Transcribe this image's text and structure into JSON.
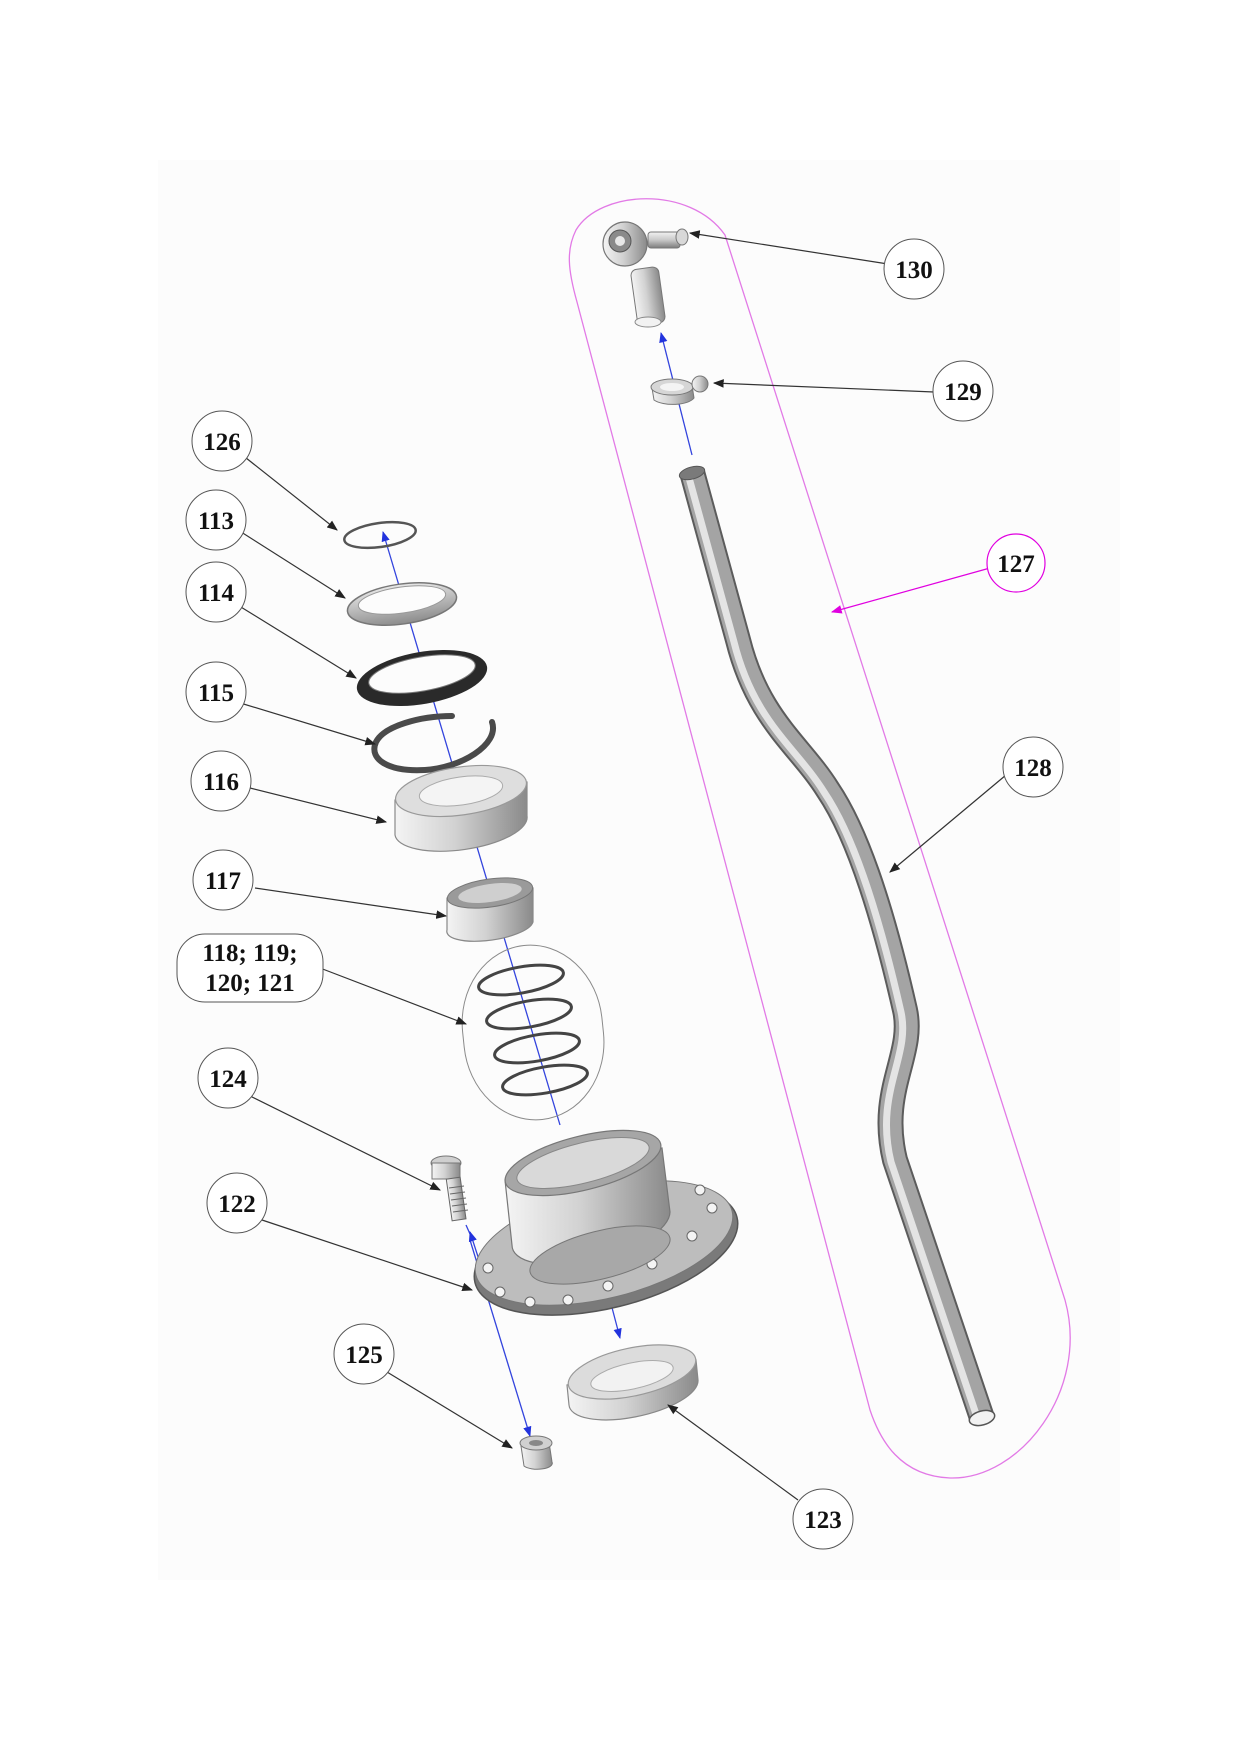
{
  "diagram": {
    "type": "exploded-parts-view",
    "colors": {
      "background_panel": "#fcfcfc",
      "leader": "#333333",
      "assembly_outline": "#e27ae6",
      "assembly_arrow": "#e000e0",
      "axis_line": "#3344dd",
      "metal_light": "#e6e6e6",
      "metal_mid": "#b4b4b4",
      "metal_dark": "#6e6e6e",
      "rubber": "#2a2a2a"
    },
    "callouts": {
      "c126": "126",
      "c113": "113",
      "c114": "114",
      "c115": "115",
      "c116": "116",
      "c117": "117",
      "c118_line1": "118; 119;",
      "c118_line2": "120; 121",
      "c124": "124",
      "c122": "122",
      "c125": "125",
      "c123": "123",
      "c130": "130",
      "c129": "129",
      "c127": "127",
      "c128": "128"
    }
  }
}
